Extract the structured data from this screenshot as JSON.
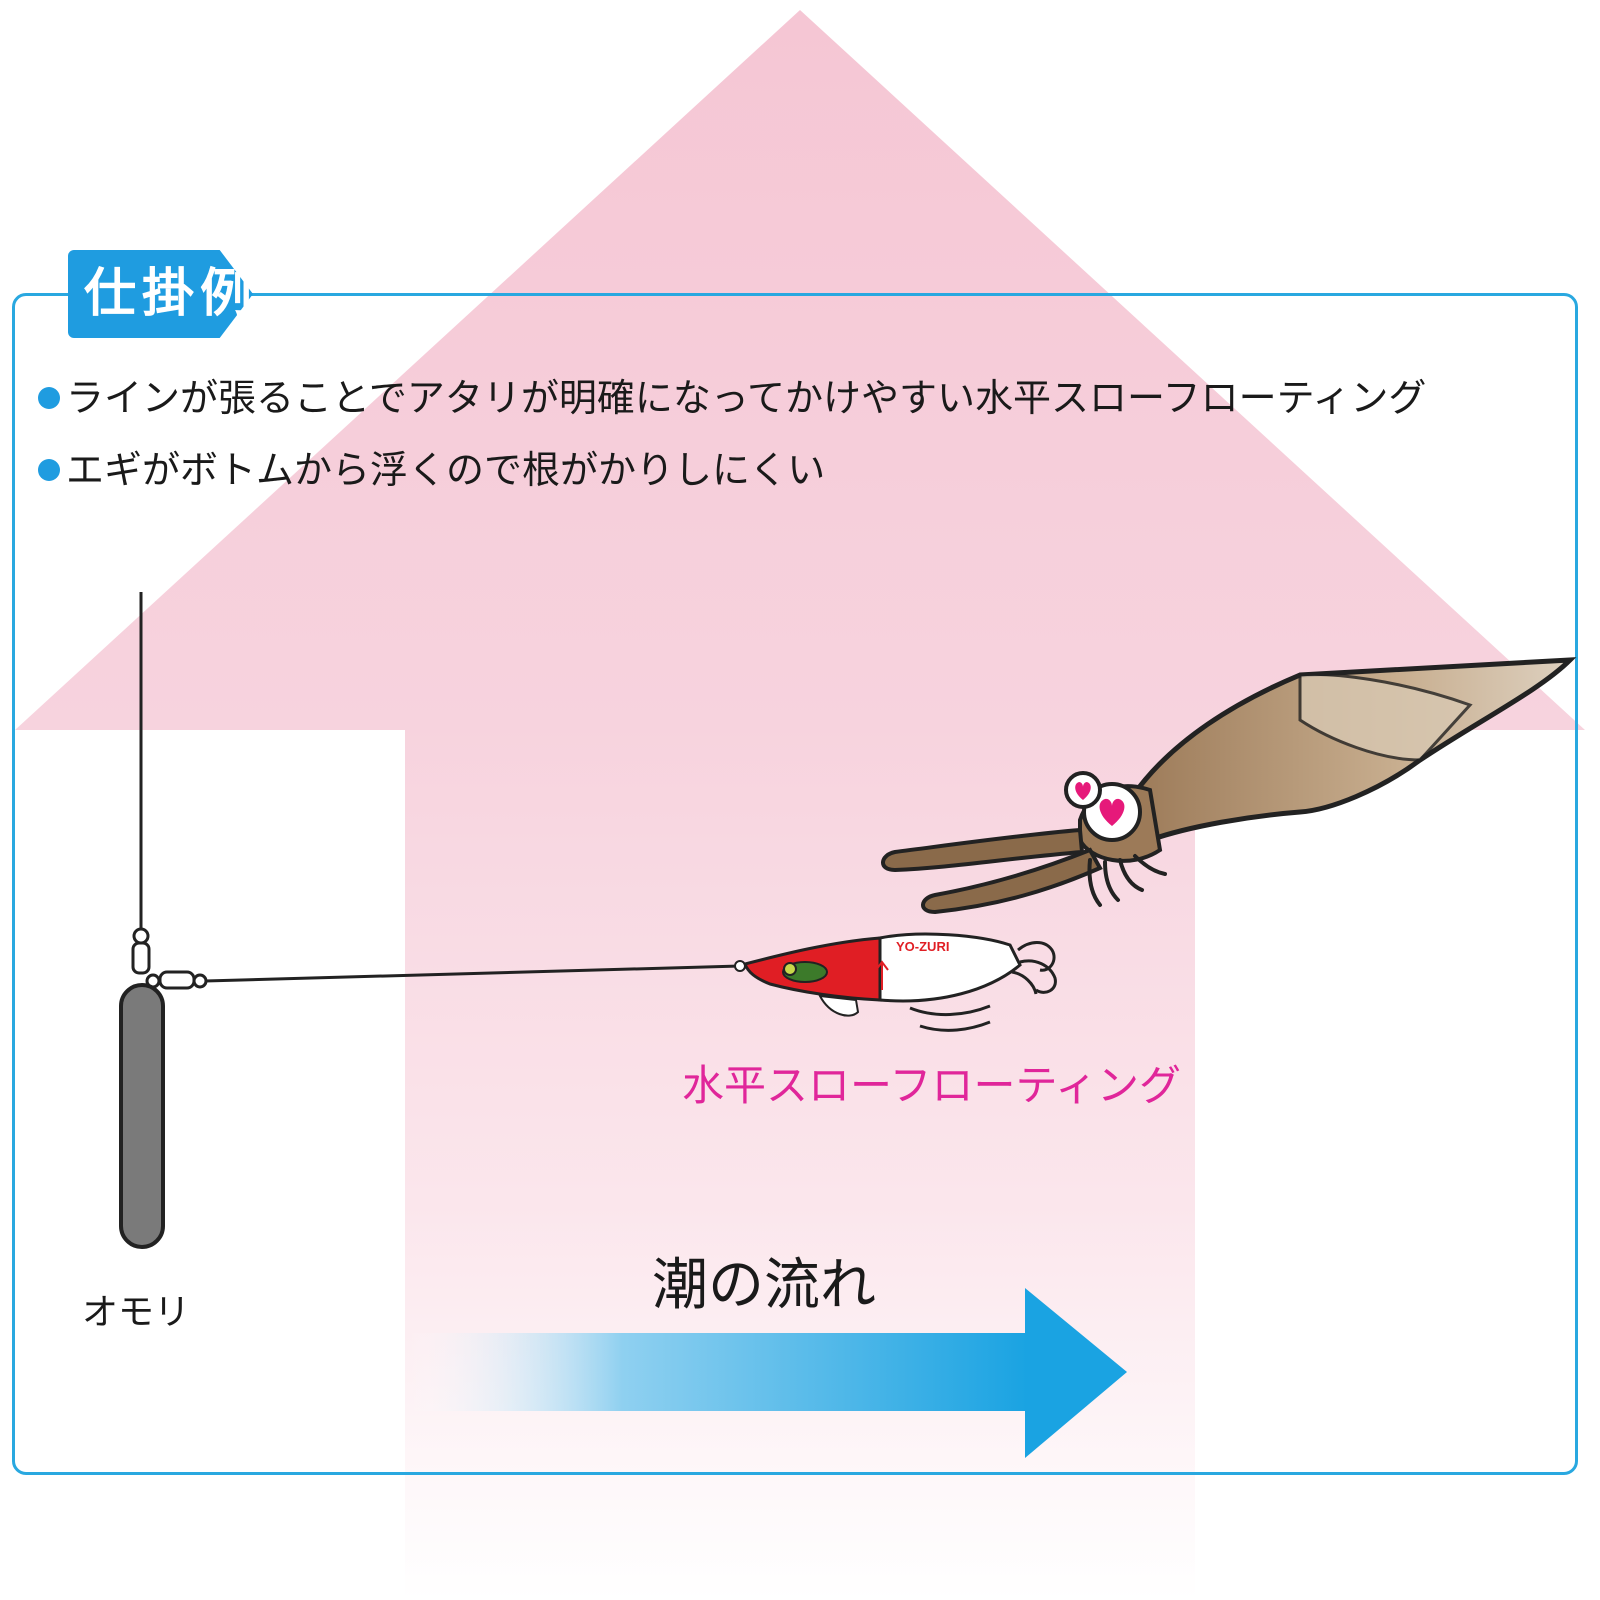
{
  "tab": {
    "title": "仕掛例"
  },
  "bullets": [
    "ラインが張ることでアタリが明確になってかけやすい水平スローフローティング",
    "エギがボトムから浮くので根がかりしにくい"
  ],
  "labels": {
    "float": "水平スローフローティング",
    "sinker": "オモリ",
    "current": "潮の流れ"
  },
  "colors": {
    "accent": "#1f9ce0",
    "frame": "#29a8e0",
    "background_arrow": "#f5c8d6",
    "highlight_text": "#e0269a",
    "sinker": "#7a7a7a",
    "egi_red": "#e01e24",
    "squid_body": "#b89a7a"
  },
  "icons": {
    "background": "up-arrow-icon",
    "current": "right-arrow-icon",
    "lure": "egi-lure-icon",
    "animal": "squid-icon",
    "weight": "sinker-icon"
  }
}
